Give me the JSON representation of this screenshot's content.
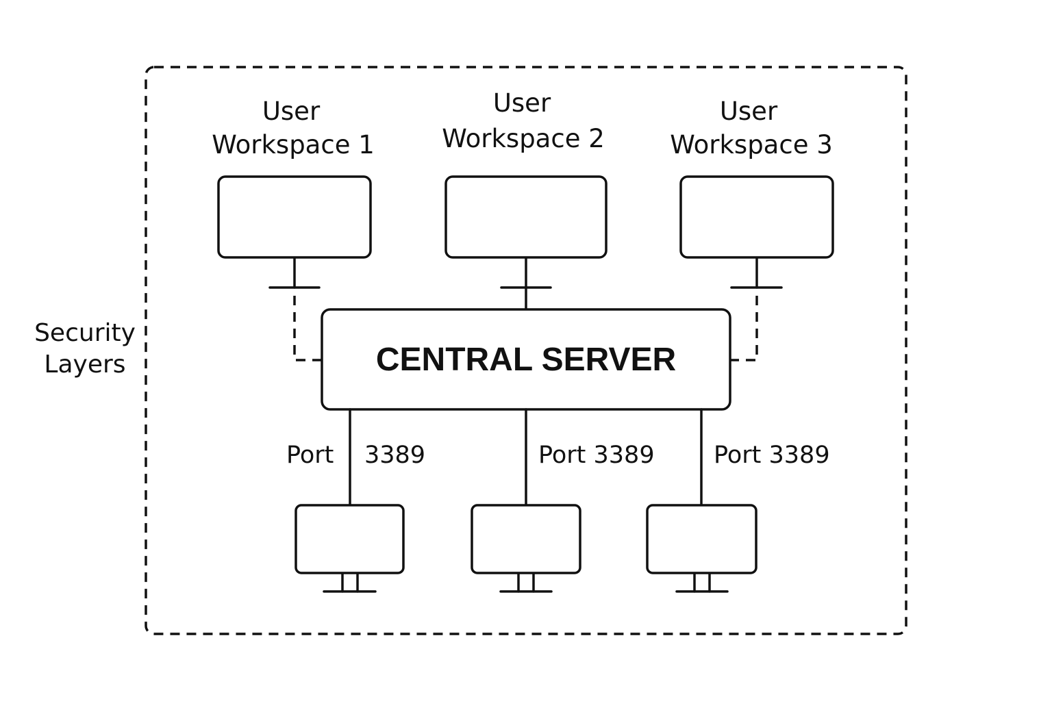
{
  "security_layers_label": [
    "Security",
    "Layers"
  ],
  "server_label": "CENTRAL SERVER",
  "workspaces": [
    {
      "line1": "User",
      "line2": "Workspace 1"
    },
    {
      "line1": "User",
      "line2": "Workspace 2"
    },
    {
      "line1": "User",
      "line2": "Workspace 3"
    }
  ],
  "ports": [
    {
      "word": "Port",
      "number": "3389"
    },
    {
      "label": "Port 3389"
    },
    {
      "label": "Port 3389"
    }
  ],
  "icons": {
    "workspace_monitor": "monitor-icon",
    "client_monitor": "desktop-monitor-icon"
  }
}
